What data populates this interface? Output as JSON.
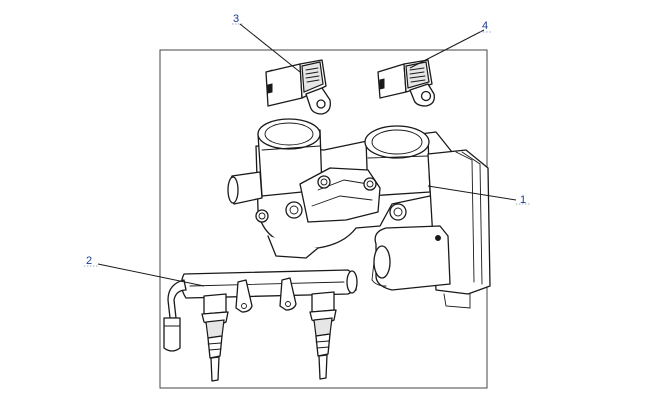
{
  "diagram": {
    "callouts": [
      {
        "id": "c1",
        "label": "1",
        "part": "throttle-body"
      },
      {
        "id": "c2",
        "label": "2",
        "part": "fuel-rail-injectors"
      },
      {
        "id": "c3",
        "label": "3",
        "part": "map-sensor-left"
      },
      {
        "id": "c4",
        "label": "4",
        "part": "map-sensor-right"
      }
    ]
  },
  "colors": {
    "line": "#1a1a1a",
    "callout_text": "#1a3a8a",
    "background": "#ffffff"
  }
}
